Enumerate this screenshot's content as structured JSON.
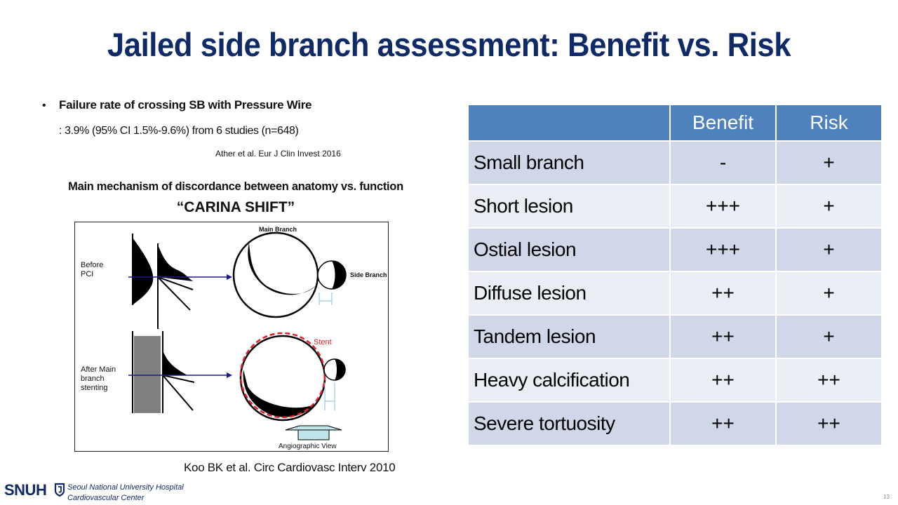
{
  "title": "Jailed side branch assessment: Benefit vs. Risk",
  "bullet": {
    "dot": "•",
    "heading": "Failure rate of crossing SB with Pressure Wire",
    "detail": ": 3.9% (95% CI 1.5%-9.6%) from 6 studies (n=648)",
    "reference": "Ather et al. Eur J Clin Invest 2016"
  },
  "mechanism": {
    "title": "Main mechanism of discordance between anatomy vs. function",
    "subtitle": "“CARINA SHIFT”"
  },
  "figure": {
    "label_before": "Before\nPCI",
    "label_after": "After Main\nbranch\nstenting",
    "label_main_branch": "Main Branch",
    "label_side_branch": "Side Branch",
    "label_stent": "Stent",
    "label_view": "Angiographic View",
    "stent_color": "#e0202a",
    "arrow_color": "#1a1a8c"
  },
  "figure_reference": "Koo BK et al. Circ Cardiovasc Interv 2010",
  "table": {
    "headers": [
      "",
      "Benefit",
      "Risk"
    ],
    "rows": [
      {
        "label": "Small branch",
        "benefit": "-",
        "risk": "+"
      },
      {
        "label": "Short lesion",
        "benefit": "+++",
        "risk": "+"
      },
      {
        "label": "Ostial lesion",
        "benefit": "+++",
        "risk": "+"
      },
      {
        "label": "Diffuse lesion",
        "benefit": "++",
        "risk": "+"
      },
      {
        "label": "Tandem lesion",
        "benefit": "++",
        "risk": "+"
      },
      {
        "label": "Heavy calcification",
        "benefit": "++",
        "risk": "++"
      },
      {
        "label": "Severe tortuosity",
        "benefit": "++",
        "risk": "++"
      }
    ],
    "header_color": "#4f81bd"
  },
  "footer": {
    "logo": "SNUH",
    "line1": "Seoul National University Hospital",
    "line2": "Cardiovascular Center",
    "page": "13"
  }
}
